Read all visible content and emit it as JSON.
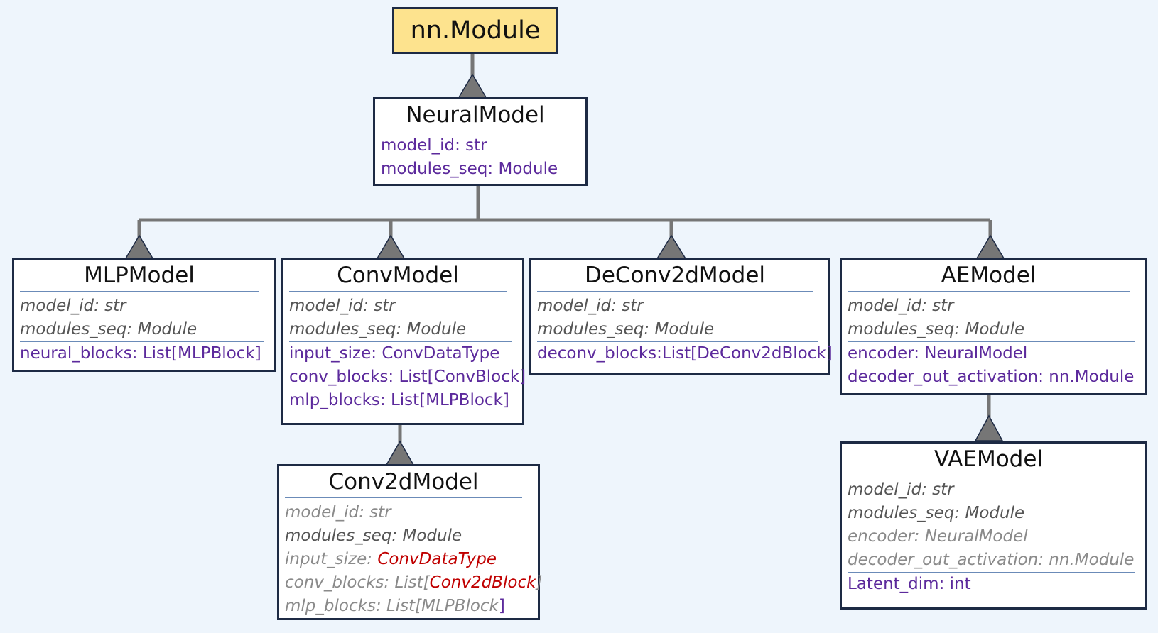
{
  "root": {
    "name": "nn.Module"
  },
  "neural_model": {
    "name": "NeuralModel",
    "fields": [
      "model_id: str",
      "modules_seq: Module"
    ]
  },
  "mlp_model": {
    "name": "MLPModel",
    "inherited": [
      "model_id: str",
      "modules_seq: Module"
    ],
    "own": [
      "neural_blocks: List[MLPBlock]"
    ]
  },
  "conv_model": {
    "name": "ConvModel",
    "inherited": [
      "model_id: str",
      "modules_seq: Module"
    ],
    "own": [
      "input_size: ConvDataType",
      "conv_blocks: List[ConvBlock]",
      "mlp_blocks: List[MLPBlock]"
    ]
  },
  "deconv_model": {
    "name": "DeConv2dModel",
    "inherited": [
      "model_id: str",
      "modules_seq: Module"
    ],
    "own": [
      "deconv_blocks:List[DeConv2dBlock]"
    ]
  },
  "ae_model": {
    "name": "AEModel",
    "inherited": [
      "model_id: str",
      "modules_seq: Module"
    ],
    "own": [
      "encoder: NeuralModel",
      "decoder_out_activation: nn.Module"
    ]
  },
  "conv2d_model": {
    "name": "Conv2dModel",
    "f_model_id": "model_id: str",
    "f_modules_seq": "modules_seq: Module",
    "f_input_size_prefix": "input_size: ",
    "f_input_size_type": "ConvDataType",
    "f_conv_blocks_prefix": "conv_blocks: List[",
    "f_conv_blocks_type": "Conv2dBlock",
    "f_conv_blocks_suffix": "]",
    "f_mlp_blocks_prefix": "mlp_blocks: List[MLPBlock",
    "f_mlp_blocks_suffix": "]"
  },
  "vae_model": {
    "name": "VAEModel",
    "inherited_main": [
      "model_id: str",
      "modules_seq: Module"
    ],
    "inherited_ae": [
      "encoder: NeuralModel",
      "decoder_out_activation: nn.Module"
    ],
    "own": [
      "Latent_dim: int"
    ]
  },
  "colors": {
    "background": "#eef5fc",
    "root_fill": "#fde38e",
    "border": "#1d2a44",
    "connector": "#767676",
    "own_field": "#5c2a9c",
    "inherited_field": "#555555",
    "overridden_type": "#c00000"
  }
}
